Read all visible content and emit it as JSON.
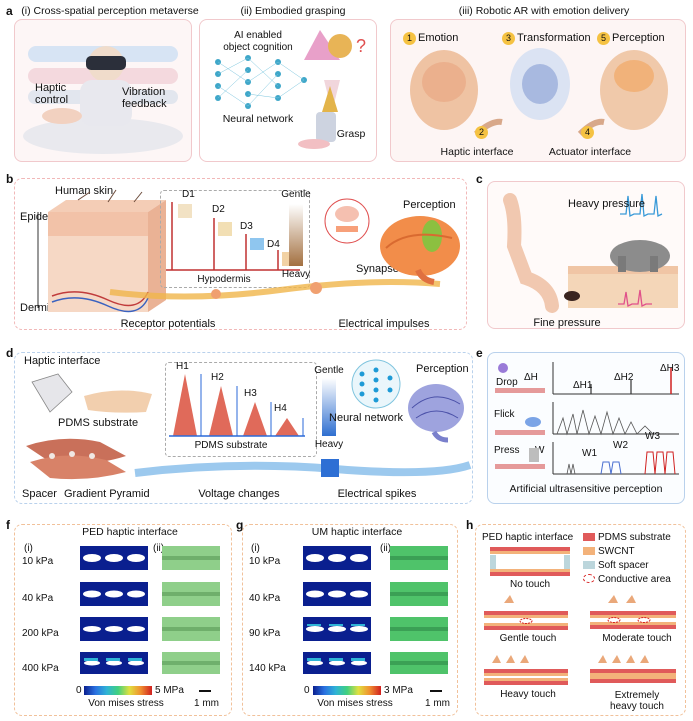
{
  "a": {
    "label": "a",
    "i_title": "(i) Cross-spatial perception metaverse",
    "ii_title": "(ii) Embodied grasping",
    "iii_title": "(iii) Robotic AR with emotion delivery",
    "haptic_control": "Haptic\ncontrol",
    "vibration_feedback": "Vibration\nfeedback",
    "ai_cognition": "AI enabled\nobject cognition",
    "neural_network": "Neural network",
    "grasp": "Grasp",
    "steps": [
      {
        "num": "1",
        "label": "Emotion"
      },
      {
        "num": "2",
        "label": "Haptic interface"
      },
      {
        "num": "3",
        "label": "Transformation"
      },
      {
        "num": "4",
        "label": "Actuator interface"
      },
      {
        "num": "5",
        "label": "Perception"
      }
    ]
  },
  "b": {
    "label": "b",
    "human_skin": "Human skin",
    "epidermis": "Epidermis",
    "dermis": "Dermis",
    "d_labels": [
      "D1",
      "D2",
      "D3",
      "D4"
    ],
    "gentle": "Gentle",
    "heavy": "Heavy",
    "hypodermis": "Hypodermis",
    "synapse": "Synapse",
    "perception": "Perception",
    "receptor_potentials": "Receptor potentials",
    "electrical_impulses": "Electrical impulses"
  },
  "c": {
    "label": "c",
    "heavy_pressure": "Heavy pressure",
    "fine_pressure": "Fine pressure"
  },
  "d": {
    "label": "d",
    "haptic_interface": "Haptic interface",
    "h_labels": [
      "H1",
      "H2",
      "H3",
      "H4"
    ],
    "gentle": "Gentle",
    "heavy": "Heavy",
    "pdms_substrate": "PDMS substrate",
    "pdms_substrate_2": "PDMS substrate",
    "neural_network": "Neural network",
    "perception": "Perception",
    "spacer": "Spacer",
    "gradient_pyramid": "Gradient Pyramid",
    "voltage_changes": "Voltage changes",
    "electrical_spikes": "Electrical spikes"
  },
  "e": {
    "label": "e",
    "drop": "Drop",
    "dh": "ΔH",
    "dh1": "ΔH1",
    "dh2": "ΔH2",
    "dh3": "ΔH3",
    "flick": "Flick",
    "press": "Press",
    "w": "W",
    "w1": "W1",
    "w2": "W2",
    "w3": "W3",
    "caption": "Artificial ultrasensitive perception"
  },
  "f": {
    "label": "f",
    "title": "PED haptic interface",
    "sub_i": "(i)",
    "sub_ii": "(ii)",
    "pressures": [
      "10 kPa",
      "40 kPa",
      "200 kPa",
      "400 kPa"
    ],
    "scale_min": "0",
    "scale_max": "5 MPa",
    "scale_title": "Von mises stress",
    "scalebar": "1 mm"
  },
  "g": {
    "label": "g",
    "title": "UM haptic interface",
    "sub_i": "(i)",
    "sub_ii": "(ii)",
    "pressures": [
      "10 kPa",
      "40 kPa",
      "90 kPa",
      "140 kPa"
    ],
    "scale_min": "0",
    "scale_max": "3 MPa",
    "scale_title": "Von mises stress",
    "scalebar": "1 mm"
  },
  "h": {
    "label": "h",
    "title": "PED haptic interface",
    "legend": [
      {
        "label": "PDMS substrate",
        "color": "#e05a5a"
      },
      {
        "label": "SWCNT",
        "color": "#f3b27a"
      },
      {
        "label": "Soft spacer",
        "color": "#bcd6dc"
      },
      {
        "label": "Conductive area",
        "color": "#d62020"
      }
    ],
    "states": [
      "No touch",
      "Gentle touch",
      "Moderate touch",
      "Heavy touch",
      "Extremely\nheavy touch"
    ]
  }
}
